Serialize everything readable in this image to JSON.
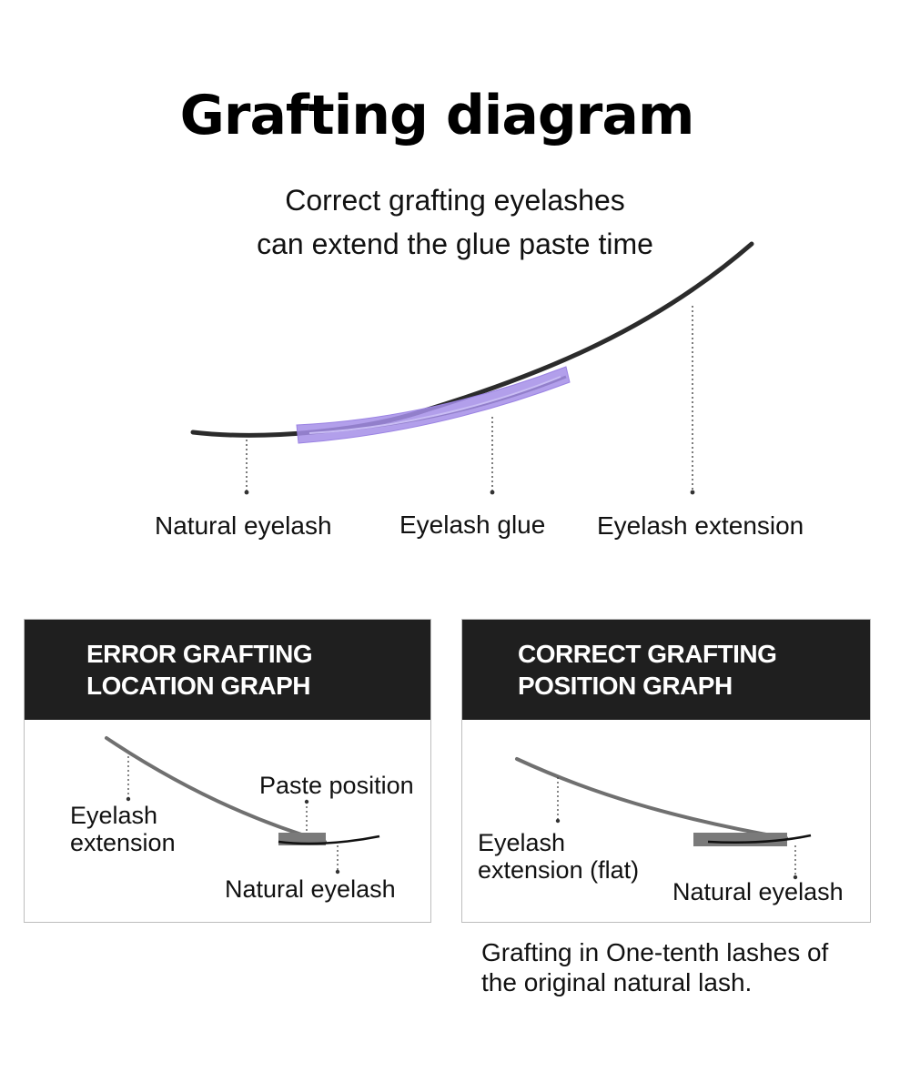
{
  "title": "Grafting diagram",
  "subtitle": {
    "line1": "Correct grafting eyelashes",
    "line2": "can extend the glue paste time"
  },
  "main_labels": {
    "natural": "Natural eyelash",
    "glue": "Eyelash glue",
    "extension": "Eyelash extension"
  },
  "colors": {
    "lash": "#2b2b2b",
    "glue": "#a48ee8",
    "panel_header": "#1f1f1f",
    "paste_block": "#7a7a7a"
  },
  "error_panel": {
    "heading_line1": "ERROR GRAFTING",
    "heading_line2": "LOCATION GRAPH",
    "extension_label_1": "Eyelash",
    "extension_label_2": "extension",
    "paste_label": "Paste position",
    "natural_label": "Natural eyelash"
  },
  "correct_panel": {
    "heading_line1": "CORRECT GRAFTING",
    "heading_line2": "POSITION GRAPH",
    "extension_label_1": "Eyelash",
    "extension_label_2": "extension (flat)",
    "natural_label": "Natural eyelash"
  },
  "note": {
    "line1": "Grafting in One-tenth lashes of",
    "line2": "the original natural lash."
  }
}
